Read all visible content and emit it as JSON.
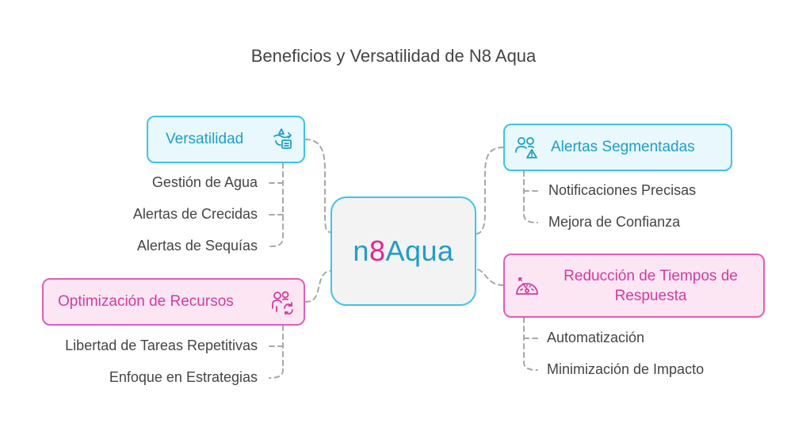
{
  "title": "Beneficios y Versatilidad de N8 Aqua",
  "center": {
    "logo_n": "n",
    "logo_8": "8",
    "logo_aqua": "Aqua"
  },
  "branches": {
    "versatilidad": {
      "label": "Versatilidad",
      "icon": "water-sensor-icon",
      "items": [
        "Gestión de Agua",
        "Alertas de Crecidas",
        "Alertas de Sequías"
      ]
    },
    "optimizacion": {
      "label": "Optimización de Recursos",
      "icon": "people-refresh-icon",
      "items": [
        "Libertad de Tareas Repetitivas",
        "Enfoque en Estrategias"
      ]
    },
    "alertas": {
      "label": "Alertas Segmentadas",
      "icon": "users-alert-icon",
      "items": [
        "Notificaciones Precisas",
        "Mejora de Confianza"
      ]
    },
    "reduccion": {
      "label": "Reducción de Tiempos de Respuesta",
      "icon": "gauge-icon",
      "items": [
        "Automatización",
        "Minimización de Impacto"
      ]
    }
  },
  "colors": {
    "blue": "#3fc3ec",
    "pink": "#e25db7",
    "logo_pink": "#e6238e",
    "connector": "#a8a8a8"
  }
}
